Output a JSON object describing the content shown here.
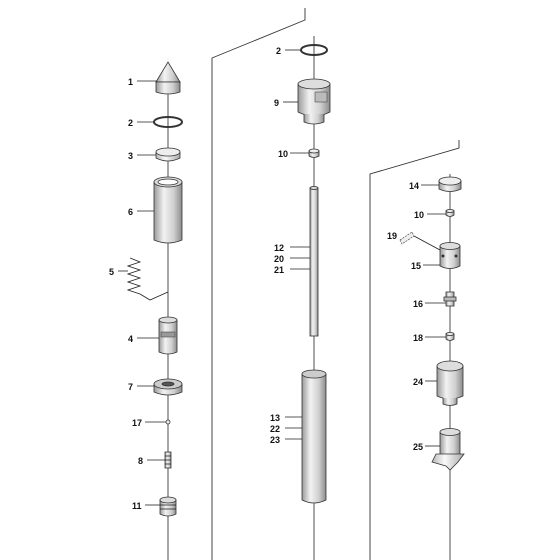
{
  "diagram": {
    "callouts": {
      "c1": "1",
      "c2a": "2",
      "c2b": "2",
      "c3": "3",
      "c4": "4",
      "c5": "5",
      "c6": "6",
      "c7": "7",
      "c8": "8",
      "c9": "9",
      "c10a": "10",
      "c10b": "10",
      "c11": "11",
      "c12": "12",
      "c13": "13",
      "c14": "14",
      "c15": "15",
      "c16": "16",
      "c17": "17",
      "c18": "18",
      "c19": "19",
      "c20": "20",
      "c21": "21",
      "c22": "22",
      "c23": "23",
      "c24": "24",
      "c25": "25"
    },
    "colors": {
      "line": "#222222",
      "part_fill": "#e6e6e6",
      "part_shade": "#bdbdbd",
      "background": "#ffffff"
    }
  }
}
